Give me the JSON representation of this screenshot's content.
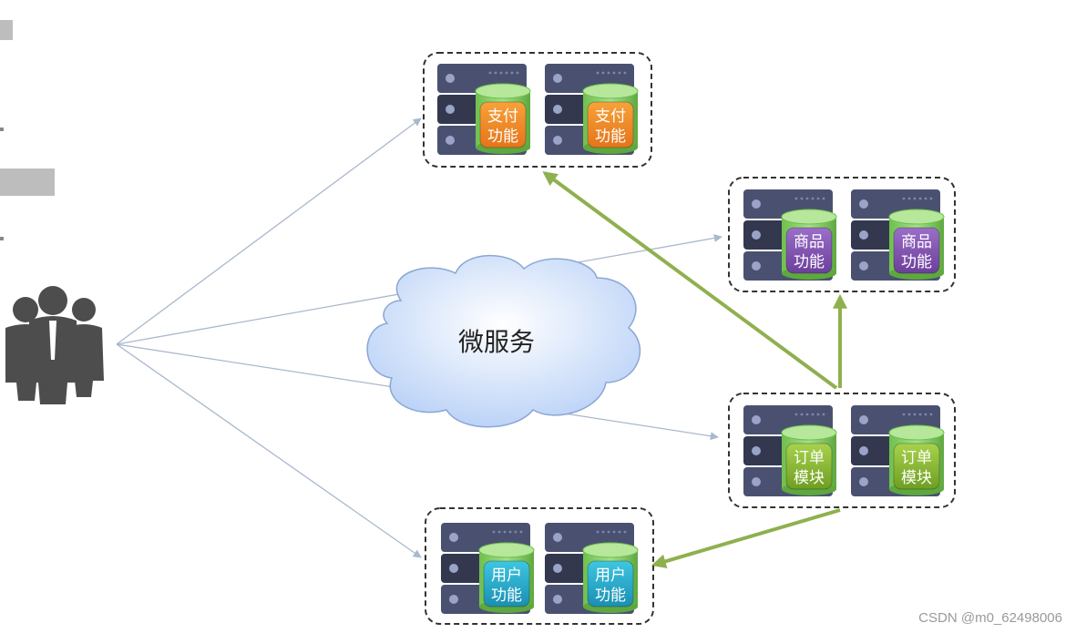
{
  "cloud": {
    "label": "微服务"
  },
  "services": {
    "payment": {
      "line1": "支付",
      "line2": "功能",
      "color_top": "#f7a23a",
      "color_bottom": "#e5741a"
    },
    "product": {
      "line1": "商品",
      "line2": "功能",
      "color_top": "#9a6fc8",
      "color_bottom": "#6c3f9a"
    },
    "order": {
      "line1": "订单",
      "line2": "模块",
      "color_top": "#a8d24c",
      "color_bottom": "#6e9e22"
    },
    "user": {
      "line1": "用户",
      "line2": "功能",
      "color_top": "#3ec6e0",
      "color_bottom": "#1a8fb3"
    }
  },
  "colors": {
    "server_body": "#4a5170",
    "server_dark": "#33384f",
    "db_cylinder": "#8bd36a",
    "thin_arrow": "#a9b8cc",
    "green_arrow": "#8fb04f",
    "people": "#4d4d4d",
    "cloud_fill": "#cfe0fb"
  },
  "watermark": "CSDN @m0_62498006"
}
